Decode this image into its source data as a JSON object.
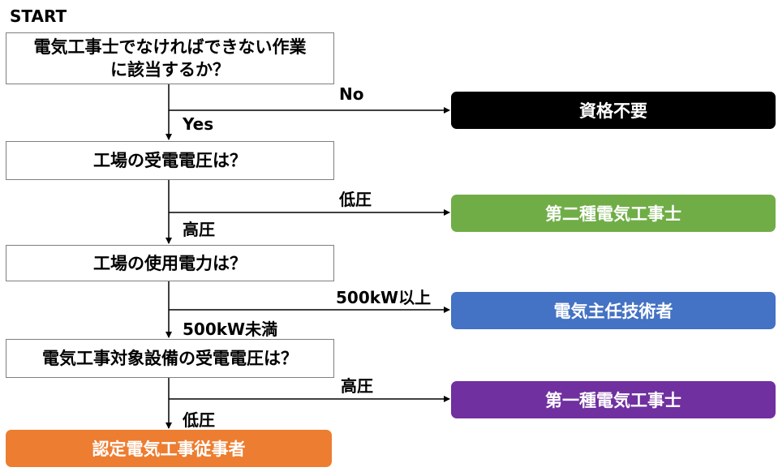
{
  "start_label": "START",
  "questions": [
    {
      "text": "電気工事士でなければできない作業\nに該当するか？",
      "no_label": "No",
      "yes_label": "Yes"
    },
    {
      "text": "工場の受電電圧は？",
      "no_label": "低圧",
      "yes_label": "高圧"
    },
    {
      "text": "工場の使用電力は？",
      "no_label": "500kW以上",
      "yes_label": "500kW未満"
    },
    {
      "text": "電気工事対象設備の受電電圧は？",
      "no_label": "高圧",
      "yes_label": "低圧"
    }
  ],
  "results": [
    {
      "text": "資格不要",
      "color": "#000000"
    },
    {
      "text": "第二種電気工事士",
      "color": "#70ad47"
    },
    {
      "text": "電気主任技術者",
      "color": "#4472c4"
    },
    {
      "text": "第一種電気工事士",
      "color": "#7030a0"
    }
  ],
  "final": {
    "text": "認定電気工事従事者",
    "color": "#ed7d31"
  }
}
